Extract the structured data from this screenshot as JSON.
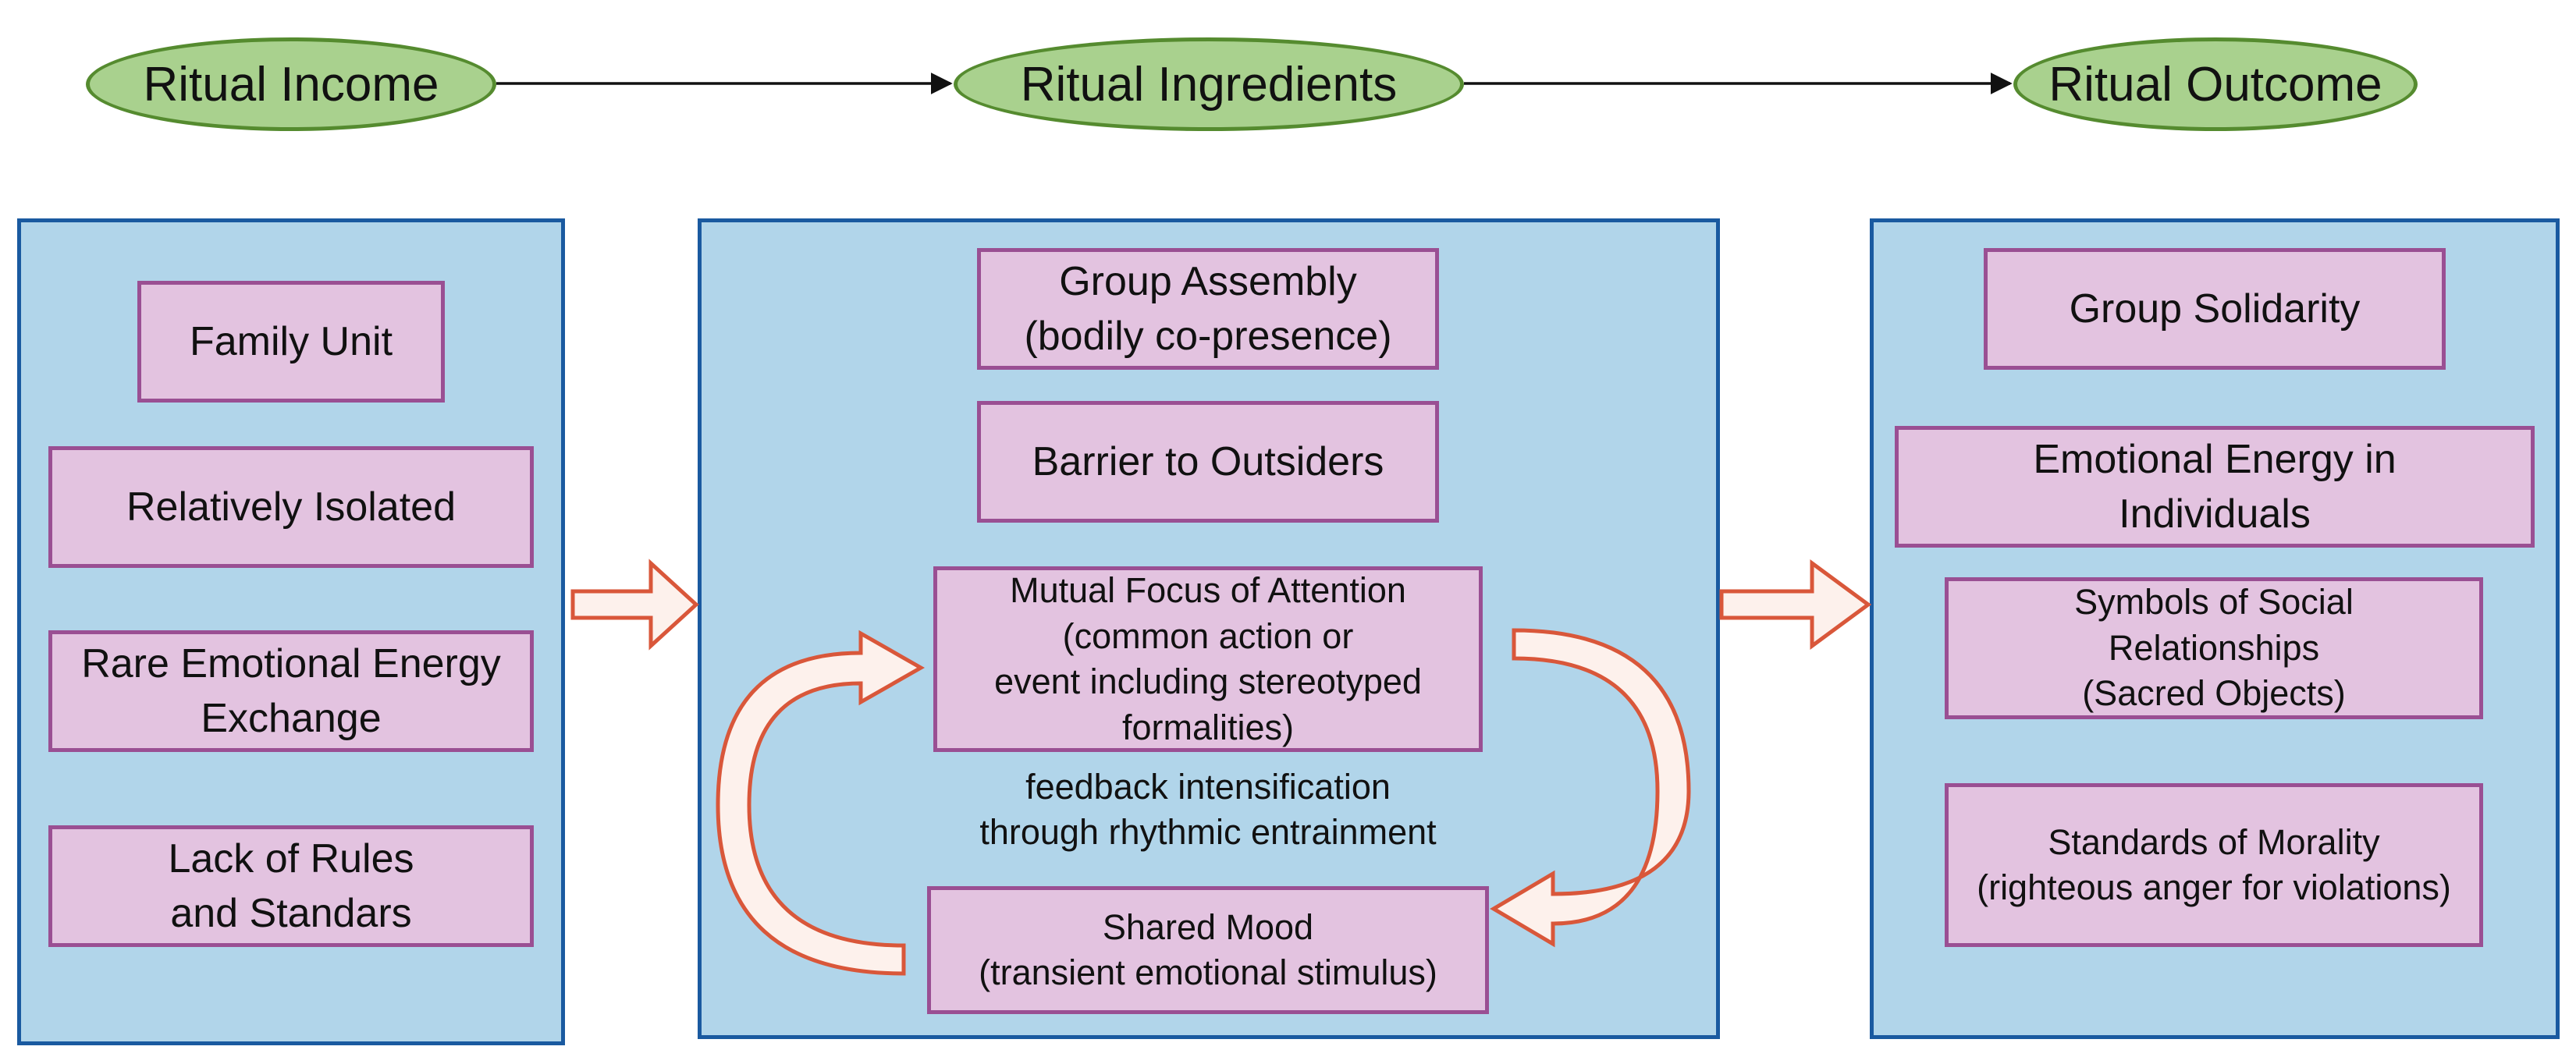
{
  "stages": [
    {
      "label": "Ritual Income"
    },
    {
      "label": "Ritual Ingredients"
    },
    {
      "label": "Ritual Outcome"
    }
  ],
  "income": {
    "items": [
      {
        "label": "Family Unit"
      },
      {
        "label": "Relatively Isolated"
      },
      {
        "label": "Rare Emotional Energy\nExchange"
      },
      {
        "label": "Lack of Rules\nand Standars"
      }
    ]
  },
  "ingredients": {
    "group_assembly": "Group Assembly\n(bodily co-presence)",
    "barrier": "Barrier to Outsiders",
    "mutual_focus": "Mutual Focus of Attention\n(common action or\nevent including stereotyped\nformalities)",
    "feedback": "feedback intensification\nthrough rhythmic entrainment",
    "shared_mood": "Shared Mood\n(transient emotional stimulus)"
  },
  "outcome": {
    "items": [
      {
        "label": "Group Solidarity"
      },
      {
        "label": "Emotional Energy in\nIndividuals"
      },
      {
        "label": "Symbols of Social\nRelationships\n(Sacred Objects)"
      },
      {
        "label": "Standards of Morality\n(righteous anger for violations)"
      }
    ]
  },
  "colors": {
    "stage_fill": "#a9d18e",
    "stage_border": "#558b2f",
    "panel_fill": "#b1d5ea",
    "panel_border": "#1a5aa0",
    "box_fill": "#e3c3e0",
    "box_border": "#9a4f93",
    "block_arrow_fill": "#fdf1ec",
    "block_arrow_stroke": "#d9573a"
  }
}
